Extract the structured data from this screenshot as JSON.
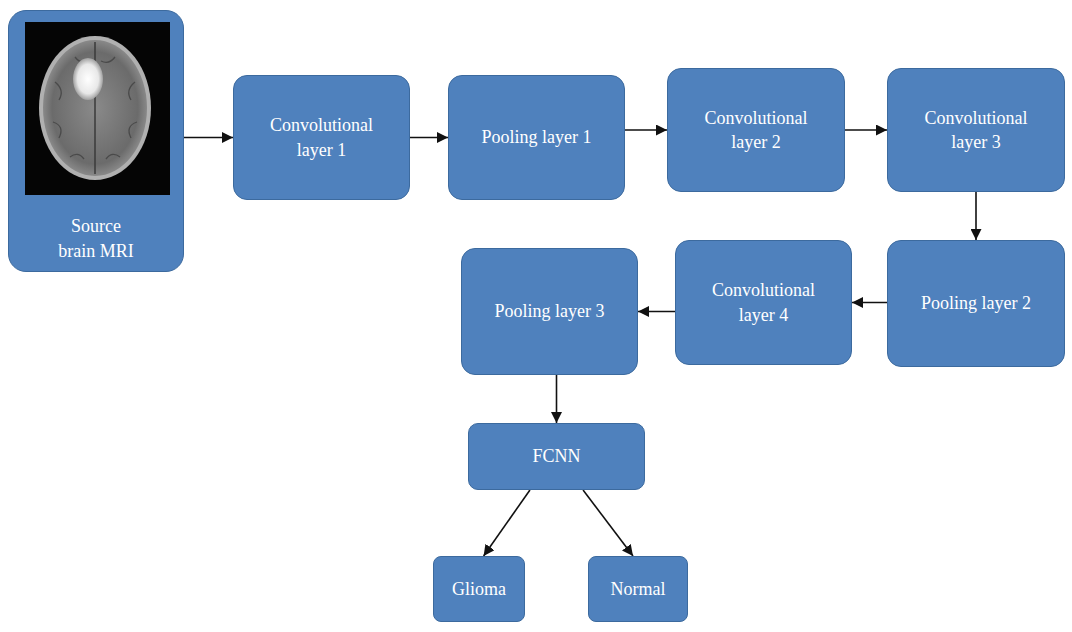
{
  "diagram": {
    "nodes": [
      {
        "text": [
          "Source brain MRI"
        ]
      },
      {
        "text": [
          "Convolutional layer 1"
        ]
      },
      {
        "text": [
          "Pooling layer 1"
        ]
      },
      {
        "text": [
          "Convolutional layer 2"
        ]
      },
      {
        "text": [
          "Convolutional layer 3"
        ]
      },
      {
        "text": [
          "Pooling layer 3"
        ]
      },
      {
        "text": [
          "Convolutional layer 4"
        ]
      },
      {
        "text": [
          "Pooling layer 2"
        ]
      },
      {
        "text": [
          "FCNN"
        ]
      },
      {
        "text": [
          "Glioma"
        ]
      },
      {
        "text": [
          "Normal"
        ]
      }
    ],
    "edges": [
      {
        "from": 0,
        "to": 1,
        "arrow": "to"
      },
      {
        "from": 1,
        "to": 2,
        "arrow": "to"
      },
      {
        "from": 2,
        "to": 3,
        "arrow": "to"
      },
      {
        "from": 3,
        "to": 4,
        "arrow": "to"
      },
      {
        "from": 4,
        "to": 7,
        "arrow": "to"
      },
      {
        "from": 7,
        "to": 6,
        "arrow": "to"
      },
      {
        "from": 6,
        "to": 5,
        "arrow": "to"
      },
      {
        "from": 5,
        "to": 8,
        "arrow": "to"
      },
      {
        "from": 8,
        "to": 9,
        "arrow": "to"
      },
      {
        "from": 8,
        "to": 10,
        "arrow": "to"
      }
    ]
  }
}
